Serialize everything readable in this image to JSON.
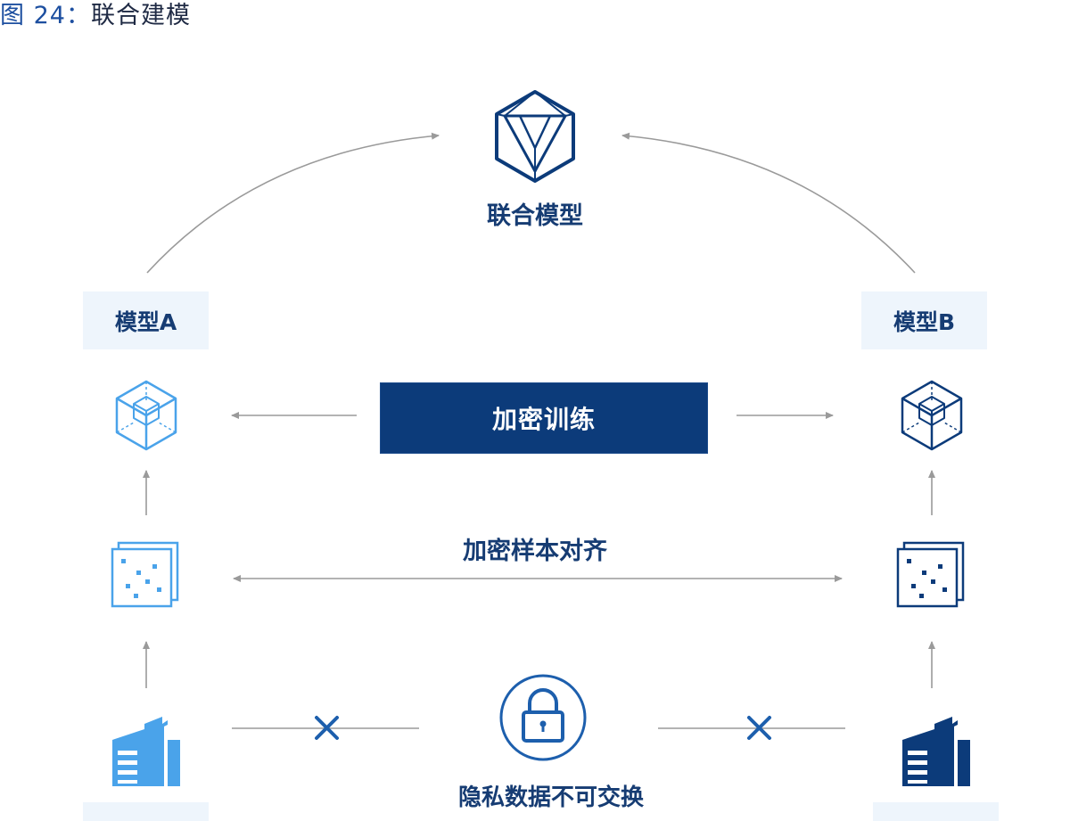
{
  "figure": {
    "number": "图 24：",
    "title": "联合建模"
  },
  "federated_model": {
    "label": "联合模型"
  },
  "model_a": {
    "label": "模型A"
  },
  "model_b": {
    "label": "模型B"
  },
  "encrypted_training": {
    "label": "加密训练"
  },
  "sample_alignment": {
    "label": "加密样本对齐"
  },
  "privacy_note": {
    "label": "隐私数据不可交换"
  },
  "colors": {
    "dark_navy": "#0c3b7a",
    "light_blue": "#4aa3ea",
    "arrow_gray": "#9a9a9a",
    "label_bg": "#eef5fc"
  },
  "icons": [
    "hexagon-model-icon",
    "cube-model-a-icon",
    "cube-model-b-icon",
    "dataset-a-icon",
    "dataset-b-icon",
    "building-a-icon",
    "building-b-icon",
    "lock-icon",
    "cross-icon"
  ]
}
